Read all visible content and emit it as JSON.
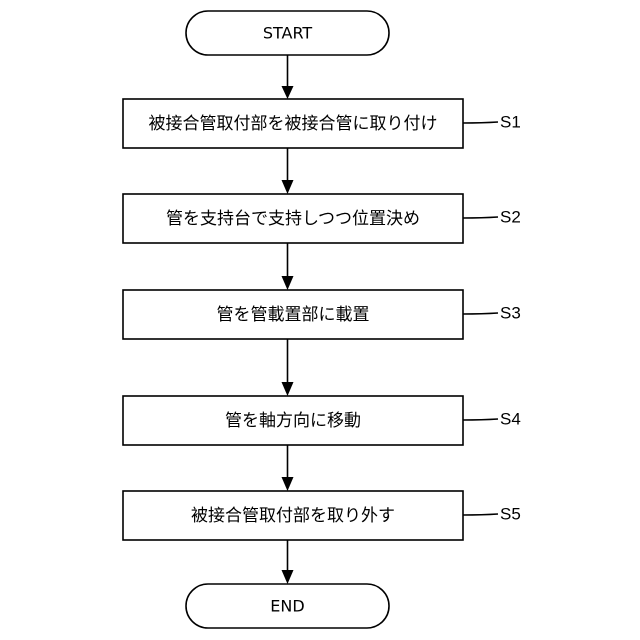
{
  "flowchart": {
    "start": {
      "label": "START"
    },
    "end": {
      "label": "END"
    },
    "steps": [
      {
        "label": "被接合管取付部を被接合管に取り付け",
        "id": "S1"
      },
      {
        "label": "管を支持台で支持しつつ位置決め",
        "id": "S2"
      },
      {
        "label": "管を管載置部に載置",
        "id": "S3"
      },
      {
        "label": "管を軸方向に移動",
        "id": "S4"
      },
      {
        "label": "被接合管取付部を取り外す",
        "id": "S5"
      }
    ]
  }
}
